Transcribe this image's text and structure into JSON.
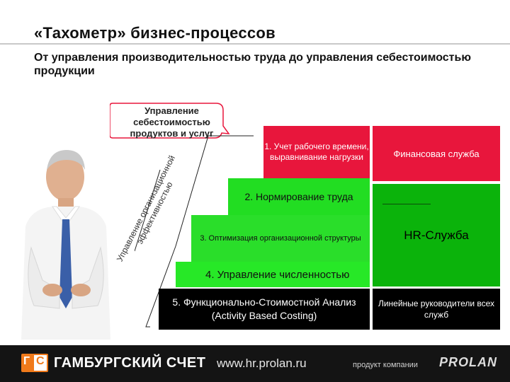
{
  "header": {
    "title": "«Тахометр»  бизнес-процессов",
    "subtitle": "От управления производительностью труда до управления себестоимостью продукции"
  },
  "callout": {
    "text": "Управление себестоимостью продуктов и услуг"
  },
  "side_label": "Управление организационной эффективностью",
  "steps": [
    {
      "label": "5. Функционально-Стоимостной Анализ (Activity Based Costing)",
      "color": "#e8163c"
    },
    {
      "label": "4. Управление численностью",
      "color": "#22dd22"
    },
    {
      "label": "3. Оптимизация организационной структуры",
      "color": "#2ade2a"
    },
    {
      "label": "2. Нормирование труда",
      "color": "#27e827"
    },
    {
      "label": "1. Учет рабочего времени, выравнивание нагрузки",
      "color": "#000000"
    }
  ],
  "owners": [
    {
      "label": "Финансовая служба",
      "color": "#e8163c"
    },
    {
      "label": "HR-Служба",
      "color": "#0bb30b"
    },
    {
      "label": "Линейные руководители всех служб",
      "color": "#000000"
    }
  ],
  "footer": {
    "logo_g": "Г",
    "logo_c": "С",
    "brand": "ГАМБУРГСКИЙ СЧЕТ",
    "website": "www.hr.prolan.ru",
    "product_label": "продукт компании",
    "company": "PROLAN",
    "accent": "#f07a1b"
  }
}
